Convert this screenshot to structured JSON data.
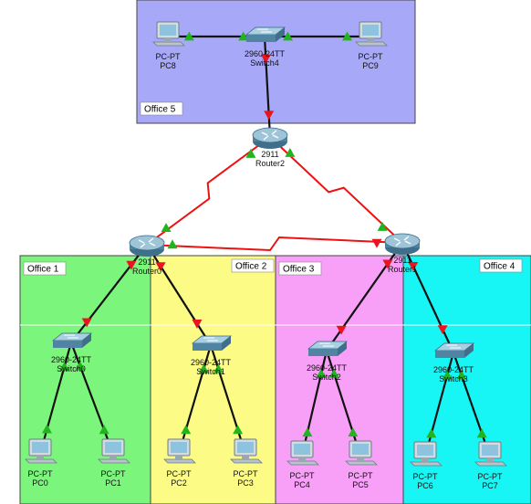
{
  "offices": [
    {
      "id": "office5",
      "label": "Office 5",
      "color": "#a8a8f8"
    },
    {
      "id": "office1",
      "label": "Office 1",
      "color": "#7cf57c"
    },
    {
      "id": "office2",
      "label": "Office 2",
      "color": "#fbfb86"
    },
    {
      "id": "office3",
      "label": "Office 3",
      "color": "#f8a0f8"
    },
    {
      "id": "office4",
      "label": "Office 4",
      "color": "#18f5f5"
    }
  ],
  "devices": [
    {
      "id": "router2",
      "kind": "router",
      "model": "2911",
      "name": "Router2"
    },
    {
      "id": "router0",
      "kind": "router",
      "model": "2911",
      "name": "Router0"
    },
    {
      "id": "router1",
      "kind": "router",
      "model": "2911",
      "name": "Router1"
    },
    {
      "id": "switch4",
      "kind": "switch",
      "model": "2960-24TT",
      "name": "Switch4"
    },
    {
      "id": "switch0",
      "kind": "switch",
      "model": "2960-24TT",
      "name": "Switch0"
    },
    {
      "id": "switch1",
      "kind": "switch",
      "model": "2960-24TT",
      "name": "Switch1"
    },
    {
      "id": "switch2",
      "kind": "switch",
      "model": "2960-24TT",
      "name": "Switch2"
    },
    {
      "id": "switch3",
      "kind": "switch",
      "model": "2960-24TT",
      "name": "Switch3"
    },
    {
      "id": "pc8",
      "kind": "pc",
      "model": "PC-PT",
      "name": "PC8"
    },
    {
      "id": "pc9",
      "kind": "pc",
      "model": "PC-PT",
      "name": "PC9"
    },
    {
      "id": "pc0",
      "kind": "pc",
      "model": "PC-PT",
      "name": "PC0"
    },
    {
      "id": "pc1",
      "kind": "pc",
      "model": "PC-PT",
      "name": "PC1"
    },
    {
      "id": "pc2",
      "kind": "pc",
      "model": "PC-PT",
      "name": "PC2"
    },
    {
      "id": "pc3",
      "kind": "pc",
      "model": "PC-PT",
      "name": "PC3"
    },
    {
      "id": "pc4",
      "kind": "pc",
      "model": "PC-PT",
      "name": "PC4"
    },
    {
      "id": "pc5",
      "kind": "pc",
      "model": "PC-PT",
      "name": "PC5"
    },
    {
      "id": "pc6",
      "kind": "pc",
      "model": "PC-PT",
      "name": "PC6"
    },
    {
      "id": "pc7",
      "kind": "pc",
      "model": "PC-PT",
      "name": "PC7"
    }
  ],
  "links": [
    {
      "a": "pc8",
      "b": "switch4",
      "type": "copper",
      "status_a": "up",
      "status_b": "up"
    },
    {
      "a": "switch4",
      "b": "pc9",
      "type": "copper",
      "status_a": "up",
      "status_b": "up"
    },
    {
      "a": "switch4",
      "b": "router2",
      "type": "copper",
      "status_a": "down",
      "status_b": "down"
    },
    {
      "a": "router2",
      "b": "router0",
      "type": "serial",
      "status_a": "up",
      "status_b": "up"
    },
    {
      "a": "router2",
      "b": "router1",
      "type": "serial",
      "status_a": "up",
      "status_b": "up"
    },
    {
      "a": "router0",
      "b": "router1",
      "type": "serial",
      "status_a": "up",
      "status_b": "down"
    },
    {
      "a": "router0",
      "b": "switch0",
      "type": "copper",
      "status_a": "down",
      "status_b": "down"
    },
    {
      "a": "router0",
      "b": "switch1",
      "type": "copper",
      "status_a": "down",
      "status_b": "down"
    },
    {
      "a": "router1",
      "b": "switch2",
      "type": "copper",
      "status_a": "down",
      "status_b": "down"
    },
    {
      "a": "router1",
      "b": "switch3",
      "type": "copper",
      "status_a": "down",
      "status_b": "down"
    },
    {
      "a": "switch0",
      "b": "pc0",
      "type": "copper",
      "status_a": "up",
      "status_b": "up"
    },
    {
      "a": "switch0",
      "b": "pc1",
      "type": "copper",
      "status_a": "up",
      "status_b": "up"
    },
    {
      "a": "switch1",
      "b": "pc2",
      "type": "copper",
      "status_a": "up",
      "status_b": "up"
    },
    {
      "a": "switch1",
      "b": "pc3",
      "type": "copper",
      "status_a": "up",
      "status_b": "up"
    },
    {
      "a": "switch2",
      "b": "pc4",
      "type": "copper",
      "status_a": "up",
      "status_b": "up"
    },
    {
      "a": "switch2",
      "b": "pc5",
      "type": "copper",
      "status_a": "up",
      "status_b": "up"
    },
    {
      "a": "switch3",
      "b": "pc6",
      "type": "copper",
      "status_a": "up",
      "status_b": "up"
    },
    {
      "a": "switch3",
      "b": "pc7",
      "type": "copper",
      "status_a": "up",
      "status_b": "up"
    }
  ],
  "colors": {
    "link_up": "#22b41e",
    "link_down": "#e8141e",
    "serial": "#ee1111",
    "copper": "#111111"
  }
}
